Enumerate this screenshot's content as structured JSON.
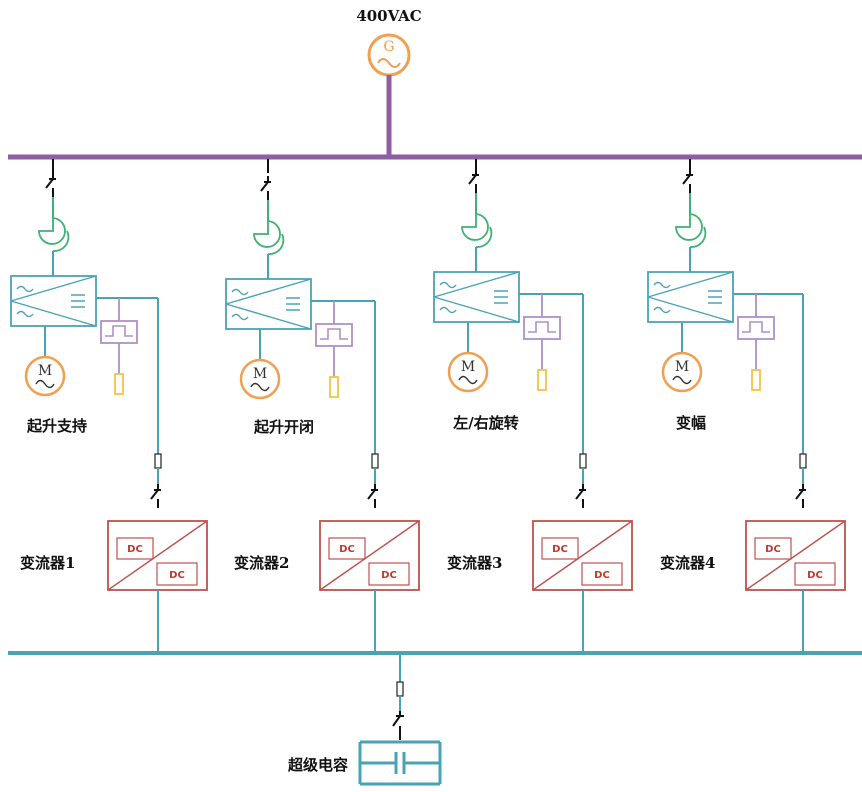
{
  "supply": {
    "label": "400VAC",
    "generator_symbol": "G"
  },
  "motor_symbol": "M",
  "drives": [
    {
      "name": "起升支持",
      "converter": "变流器1"
    },
    {
      "name": "起升开闭",
      "converter": "变流器2"
    },
    {
      "name": "左/右旋转",
      "converter": "变流器3"
    },
    {
      "name": "变幅",
      "converter": "变流器4"
    }
  ],
  "dc_labels": {
    "top": "DC",
    "bottom": "DC"
  },
  "storage": {
    "label": "超级电容"
  },
  "colors": {
    "ac_bus": "#8e5ea2",
    "dc_bus": "#4aa3b5",
    "converter": "#c0504d",
    "generator": "#f0a050",
    "motor": "#f0a050",
    "reactor": "#3cb371",
    "brake_unit": "#b090c8",
    "resistor": "#f5c242",
    "inverter": "#4aa3b5",
    "switch": "#111111"
  }
}
